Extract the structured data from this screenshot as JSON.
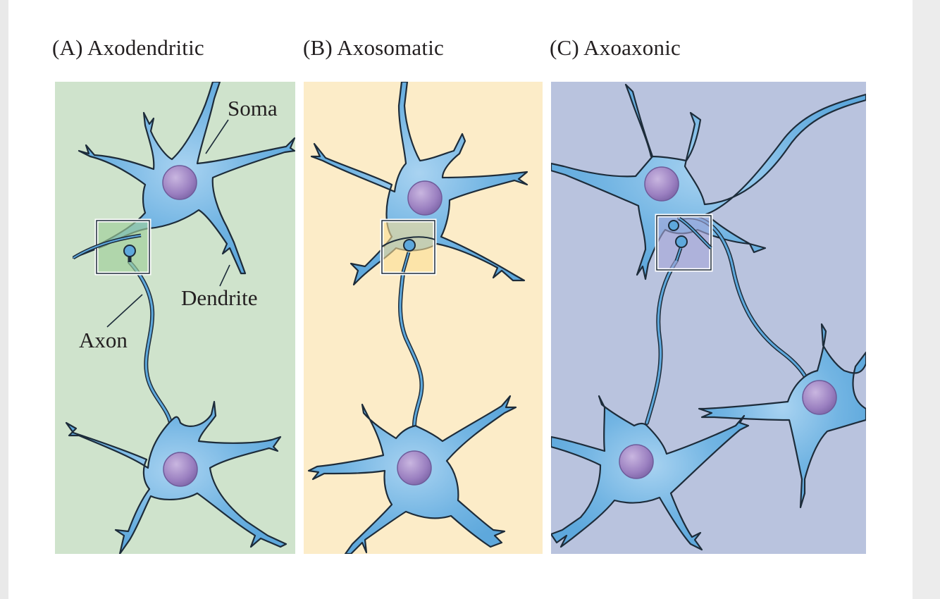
{
  "panels": [
    {
      "title": "(A)  Axodendritic",
      "bg_color": "#cfe3cc",
      "inset_color": "#9fd09a"
    },
    {
      "title": "(B)  Axosomatic",
      "bg_color": "#fcecc8",
      "inset_color": "#fbdf95"
    },
    {
      "title": "(C)  Axoaxonic",
      "bg_color": "#b9c3de",
      "inset_color": "#a7a7d8"
    }
  ],
  "labels": {
    "soma": "Soma",
    "dendrite": "Dendrite",
    "axon": "Axon"
  },
  "colors": {
    "neuron_fill": "#5ea8dc",
    "neuron_highlight": "#a9d3f1",
    "neuron_outline": "#1d2c3a",
    "nucleus": "#9a7fc0",
    "nucleus_highlight": "#c4b0dc"
  }
}
